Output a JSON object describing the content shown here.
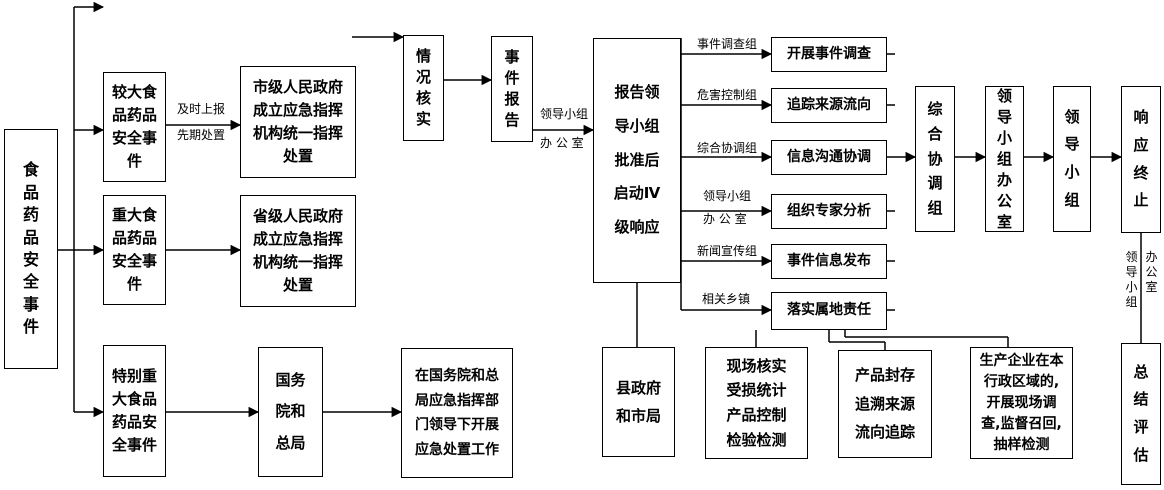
{
  "nodes": {
    "root": "食品药品安全事件",
    "major": "较大食品药品安全事件",
    "serious": "重大食品药品安全事件",
    "extreme": "特别重大食品药品安全事件",
    "city_cmd": "市级人民政府成立应急指挥机构统一指挥处置",
    "prov_cmd": "省级人民政府成立应急指挥机构统一指挥处置",
    "state_council": "国务院和总局",
    "state_cmd": "在国务院和总局应急指挥部门领导下开展应急处置工作",
    "verify": "情况核实",
    "report": "事件报告",
    "leader_approve": "报告领导小组批准后启动Ⅳ级响应",
    "county": "县政府和市局",
    "task_investigate": "开展事件调查",
    "task_trace": "追踪来源流向",
    "task_info": "信息沟通协调",
    "task_expert": "组织专家分析",
    "task_publish": "事件信息发布",
    "task_local": "落实属地责任",
    "onsite": "现场核实受损统计产品控制检验检测",
    "seal": "产品封存追溯来源流向追踪",
    "enterprise": "生产企业在本行政区域的,开展现场调查,监督召回,抽样检测",
    "coord_group": "综合协调组",
    "leader_office": "领导小组办公室",
    "leader_group": "领导小组",
    "end": "响应终止",
    "summary": "总结评估"
  },
  "labels": {
    "timely_report": "及时上报",
    "first_handle": "先期处置",
    "lg_office_a": "领导小组",
    "lg_office_b": "办 公 室",
    "g_investigate": "事件调查组",
    "g_hazard": "危害控制组",
    "g_coord": "综合协调组",
    "g_lg_a": "领导小组",
    "g_lg_b": "办 公 室",
    "g_news": "新闻宣传组",
    "g_town": "相关乡镇",
    "side_a": "领导小组",
    "side_b": "办公室"
  }
}
